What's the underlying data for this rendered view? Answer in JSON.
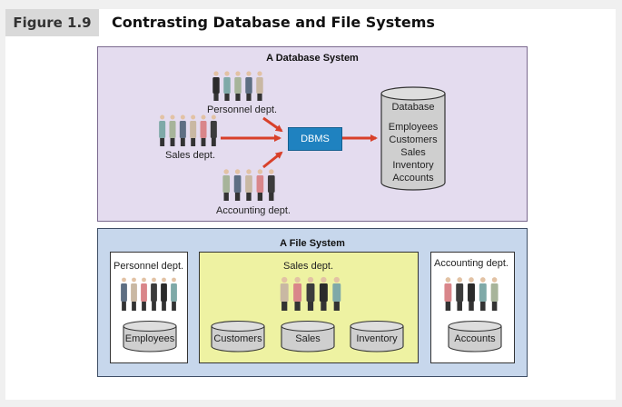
{
  "figure": {
    "number": "Figure 1.9",
    "title": "Contrasting Database and File Systems"
  },
  "database_system": {
    "title": "A Database System",
    "personnel_label": "Personnel dept.",
    "sales_label": "Sales dept.",
    "accounting_label": "Accounting dept.",
    "dbms_label": "DBMS",
    "database": {
      "title": "Database",
      "items": [
        "Employees",
        "Customers",
        "Sales",
        "Inventory",
        "Accounts"
      ]
    }
  },
  "file_system": {
    "title": "A File System",
    "personnel": {
      "label": "Personnel dept.",
      "files": [
        "Employees"
      ]
    },
    "sales": {
      "label": "Sales dept.",
      "files": [
        "Customers",
        "Sales",
        "Inventory"
      ]
    },
    "accounting": {
      "label": "Accounting dept.",
      "files": [
        "Accounts"
      ]
    }
  },
  "colors": {
    "db_panel": "#e4dcef",
    "fs_panel": "#c7d7ec",
    "dbms_box": "#1f82c0",
    "arrow": "#d8402a",
    "sales_box": "#eef2a2",
    "cylinder": "#cfcfcf"
  },
  "icons": [
    "people-group-icon",
    "cylinder-icon",
    "arrow-icon"
  ]
}
